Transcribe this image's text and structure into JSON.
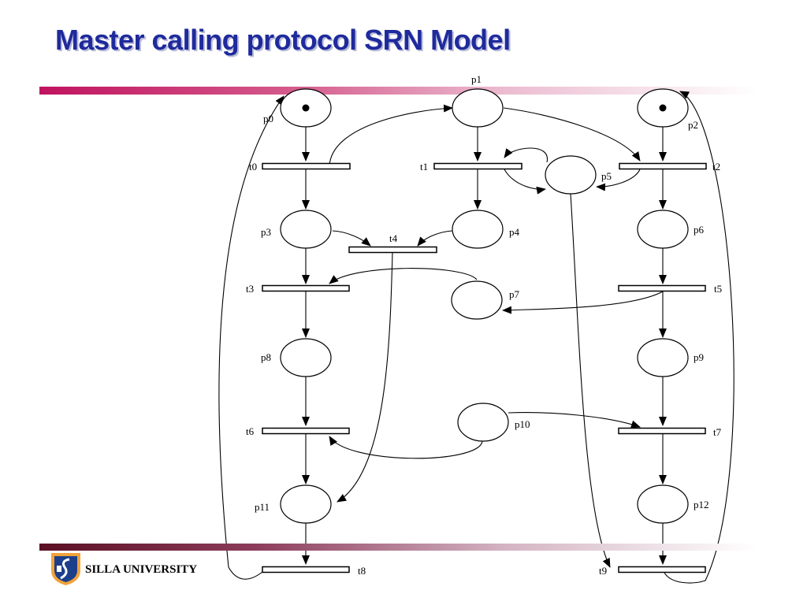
{
  "slide": {
    "title": "Master calling protocol SRN Model"
  },
  "footer": {
    "institution": "SILLA UNIVERSITY"
  },
  "icons": {
    "logo": "university-shield-logo"
  },
  "colors": {
    "title": "#1f2a9c",
    "top_band": "#c0135f",
    "bottom_band": "#5a0f24"
  },
  "places": [
    {
      "id": "p0",
      "label": "p0",
      "tokens": 1
    },
    {
      "id": "p1",
      "label": "p1",
      "tokens": 0
    },
    {
      "id": "p2",
      "label": "p2",
      "tokens": 1
    },
    {
      "id": "p3",
      "label": "p3",
      "tokens": 0
    },
    {
      "id": "p4",
      "label": "p4",
      "tokens": 0
    },
    {
      "id": "p5",
      "label": "p5",
      "tokens": 0
    },
    {
      "id": "p6",
      "label": "p6",
      "tokens": 0
    },
    {
      "id": "p7",
      "label": "p7",
      "tokens": 0
    },
    {
      "id": "p8",
      "label": "p8",
      "tokens": 0
    },
    {
      "id": "p9",
      "label": "p9",
      "tokens": 0
    },
    {
      "id": "p10",
      "label": "p10",
      "tokens": 0
    },
    {
      "id": "p11",
      "label": "p11",
      "tokens": 0
    },
    {
      "id": "p12",
      "label": "p12",
      "tokens": 0
    }
  ],
  "transitions": [
    {
      "id": "t0",
      "label": "t0"
    },
    {
      "id": "t1",
      "label": "t1"
    },
    {
      "id": "t2",
      "label": "t2"
    },
    {
      "id": "t3",
      "label": "t3"
    },
    {
      "id": "t4",
      "label": "t4"
    },
    {
      "id": "t5",
      "label": "t5"
    },
    {
      "id": "t6",
      "label": "t6"
    },
    {
      "id": "t7",
      "label": "t7"
    },
    {
      "id": "t8",
      "label": "t8"
    },
    {
      "id": "t9",
      "label": "t9"
    }
  ],
  "arcs": [
    {
      "from": "p0",
      "to": "t0"
    },
    {
      "from": "t0",
      "to": "p1"
    },
    {
      "from": "t0",
      "to": "p3"
    },
    {
      "from": "p1",
      "to": "t1"
    },
    {
      "from": "p1",
      "to": "t2"
    },
    {
      "from": "t1",
      "to": "p4"
    },
    {
      "from": "t1",
      "to": "p5"
    },
    {
      "from": "p5",
      "to": "t1"
    },
    {
      "from": "p2",
      "to": "t2"
    },
    {
      "from": "t2",
      "to": "p5"
    },
    {
      "from": "t2",
      "to": "p6"
    },
    {
      "from": "p3",
      "to": "t4"
    },
    {
      "from": "p4",
      "to": "t4"
    },
    {
      "from": "p3",
      "to": "t3"
    },
    {
      "from": "p7",
      "to": "t3"
    },
    {
      "from": "t4",
      "to": "p11"
    },
    {
      "from": "p6",
      "to": "t5"
    },
    {
      "from": "t5",
      "to": "p7"
    },
    {
      "from": "t3",
      "to": "p8"
    },
    {
      "from": "t5",
      "to": "p9"
    },
    {
      "from": "p8",
      "to": "t6"
    },
    {
      "from": "p10",
      "to": "t6"
    },
    {
      "from": "p10",
      "to": "t7"
    },
    {
      "from": "p9",
      "to": "t7"
    },
    {
      "from": "t6",
      "to": "p11"
    },
    {
      "from": "t7",
      "to": "p12"
    },
    {
      "from": "p11",
      "to": "t8"
    },
    {
      "from": "p12",
      "to": "t9"
    },
    {
      "from": "p5",
      "to": "t9"
    },
    {
      "from": "t8",
      "to": "p0"
    },
    {
      "from": "t9",
      "to": "p2"
    }
  ]
}
